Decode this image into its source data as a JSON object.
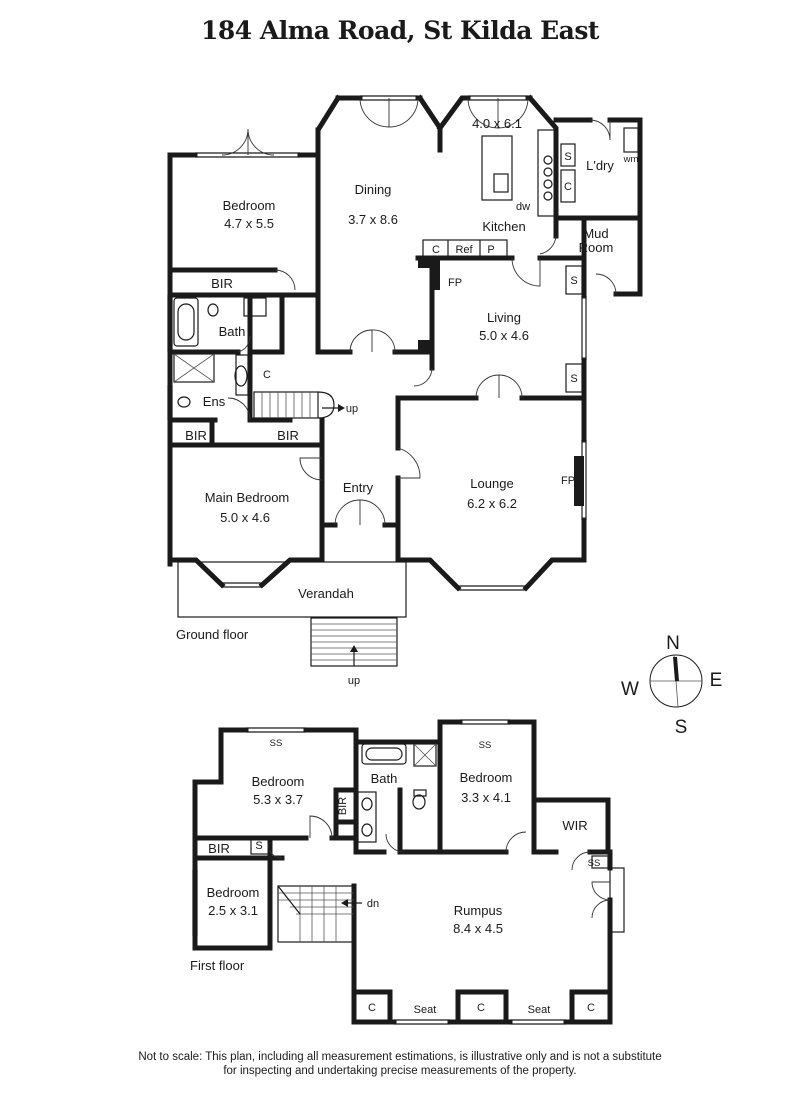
{
  "title": "184 Alma Road, St Kilda East",
  "disclaimer_line1": "Not to scale: This plan, including all measurement estimations, is illustrative only and is not a substitute",
  "disclaimer_line2": "for inspecting and undertaking precise measurements of the property.",
  "ground": {
    "label": "Ground floor",
    "bedroom_name": "Bedroom",
    "bedroom_size": "4.7 x 5.5",
    "dining_name": "Dining",
    "dining_size": "3.7 x 8.6",
    "kitchen_size": "4.0 x 6.1",
    "kitchen_name": "Kitchen",
    "dw": "dw",
    "c_kitchen": "C",
    "ref": "Ref",
    "p": "P",
    "s_kitchen": "S",
    "c_laundry": "C",
    "laundry_name": "L'dry",
    "wm": "wm",
    "mud_line1": "Mud",
    "mud_line2": "Room",
    "fp_living": "FP",
    "s_living1": "S",
    "s_living2": "S",
    "living_name": "Living",
    "living_size": "5.0 x 4.6",
    "bir_top": "BIR",
    "bath_name": "Bath",
    "c_hall": "C",
    "ens_name": "Ens",
    "up_stairs": "up",
    "bir_left": "BIR",
    "bir_right": "BIR",
    "main_bed_name": "Main Bedroom",
    "main_bed_size": "5.0 x 4.6",
    "entry_name": "Entry",
    "lounge_name": "Lounge",
    "lounge_size": "6.2 x 6.2",
    "fp_lounge": "FP",
    "verandah": "Verandah",
    "up_front": "up"
  },
  "compass": {
    "n": "N",
    "e": "E",
    "s": "S",
    "w": "W"
  },
  "first": {
    "label": "First floor",
    "bed1_name": "Bedroom",
    "bed1_size": "5.3 x 3.7",
    "ss1": "SS",
    "bath_name": "Bath",
    "bir_vert": "BIR",
    "bed2_name": "Bedroom",
    "bed2_size": "3.3 x 4.1",
    "ss2": "SS",
    "wir": "WIR",
    "ss3": "SS",
    "bir": "BIR",
    "s": "S",
    "bed3_name": "Bedroom",
    "bed3_size": "2.5 x 3.1",
    "dn": "dn",
    "rumpus_name": "Rumpus",
    "rumpus_size": "8.4 x 4.5",
    "c1": "C",
    "seat1": "Seat",
    "c2": "C",
    "seat2": "Seat",
    "c3": "C"
  }
}
